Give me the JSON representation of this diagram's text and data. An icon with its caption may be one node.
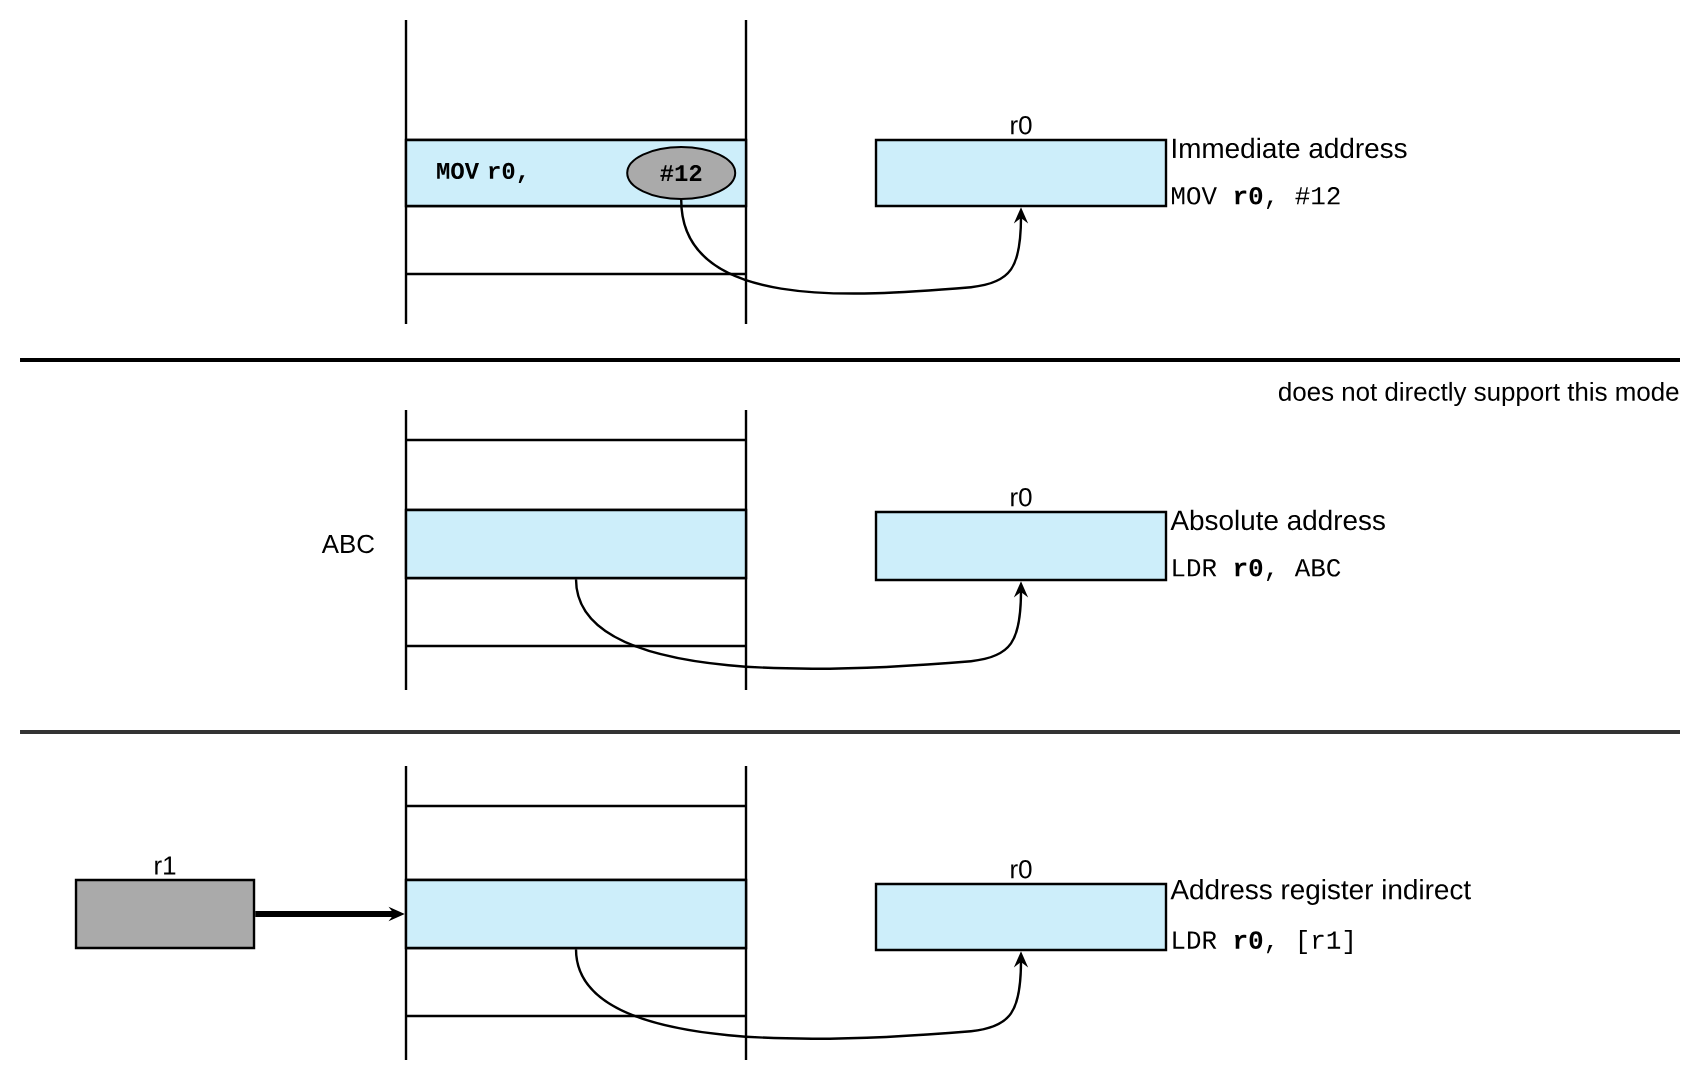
{
  "diagram": {
    "nodes": [
      {
        "text": [
          "MOV r0,"
        ]
      },
      {
        "text": [
          "#12"
        ],
        "in": 0
      },
      {
        "text": [
          "r0"
        ],
        "beside": [
          "Immediate address",
          "MOV **r0**, #12"
        ]
      },
      {
        "text": [],
        "shape": "box",
        "beside": [
          "ABC"
        ]
      },
      {
        "text": [
          "r0"
        ],
        "beside": [
          "Absolute address",
          "LDR **r0**, ABC"
        ]
      },
      {
        "text": [
          "r1"
        ]
      },
      {
        "text": [],
        "shape": "box"
      },
      {
        "text": [
          "r0"
        ],
        "beside": [
          "Address register indirect",
          "LDR **r0**, [r1]"
        ]
      }
    ],
    "edges": [
      {
        "from": 1,
        "to": 2,
        "arrow": "to"
      },
      {
        "from": 3,
        "to": 4,
        "arrow": "to"
      },
      {
        "from": 5,
        "to": 6,
        "arrow": "to",
        "style": "thick"
      },
      {
        "from": 6,
        "to": 7,
        "arrow": "to"
      }
    ],
    "labels": [
      "does not directly support this mode"
    ]
  }
}
